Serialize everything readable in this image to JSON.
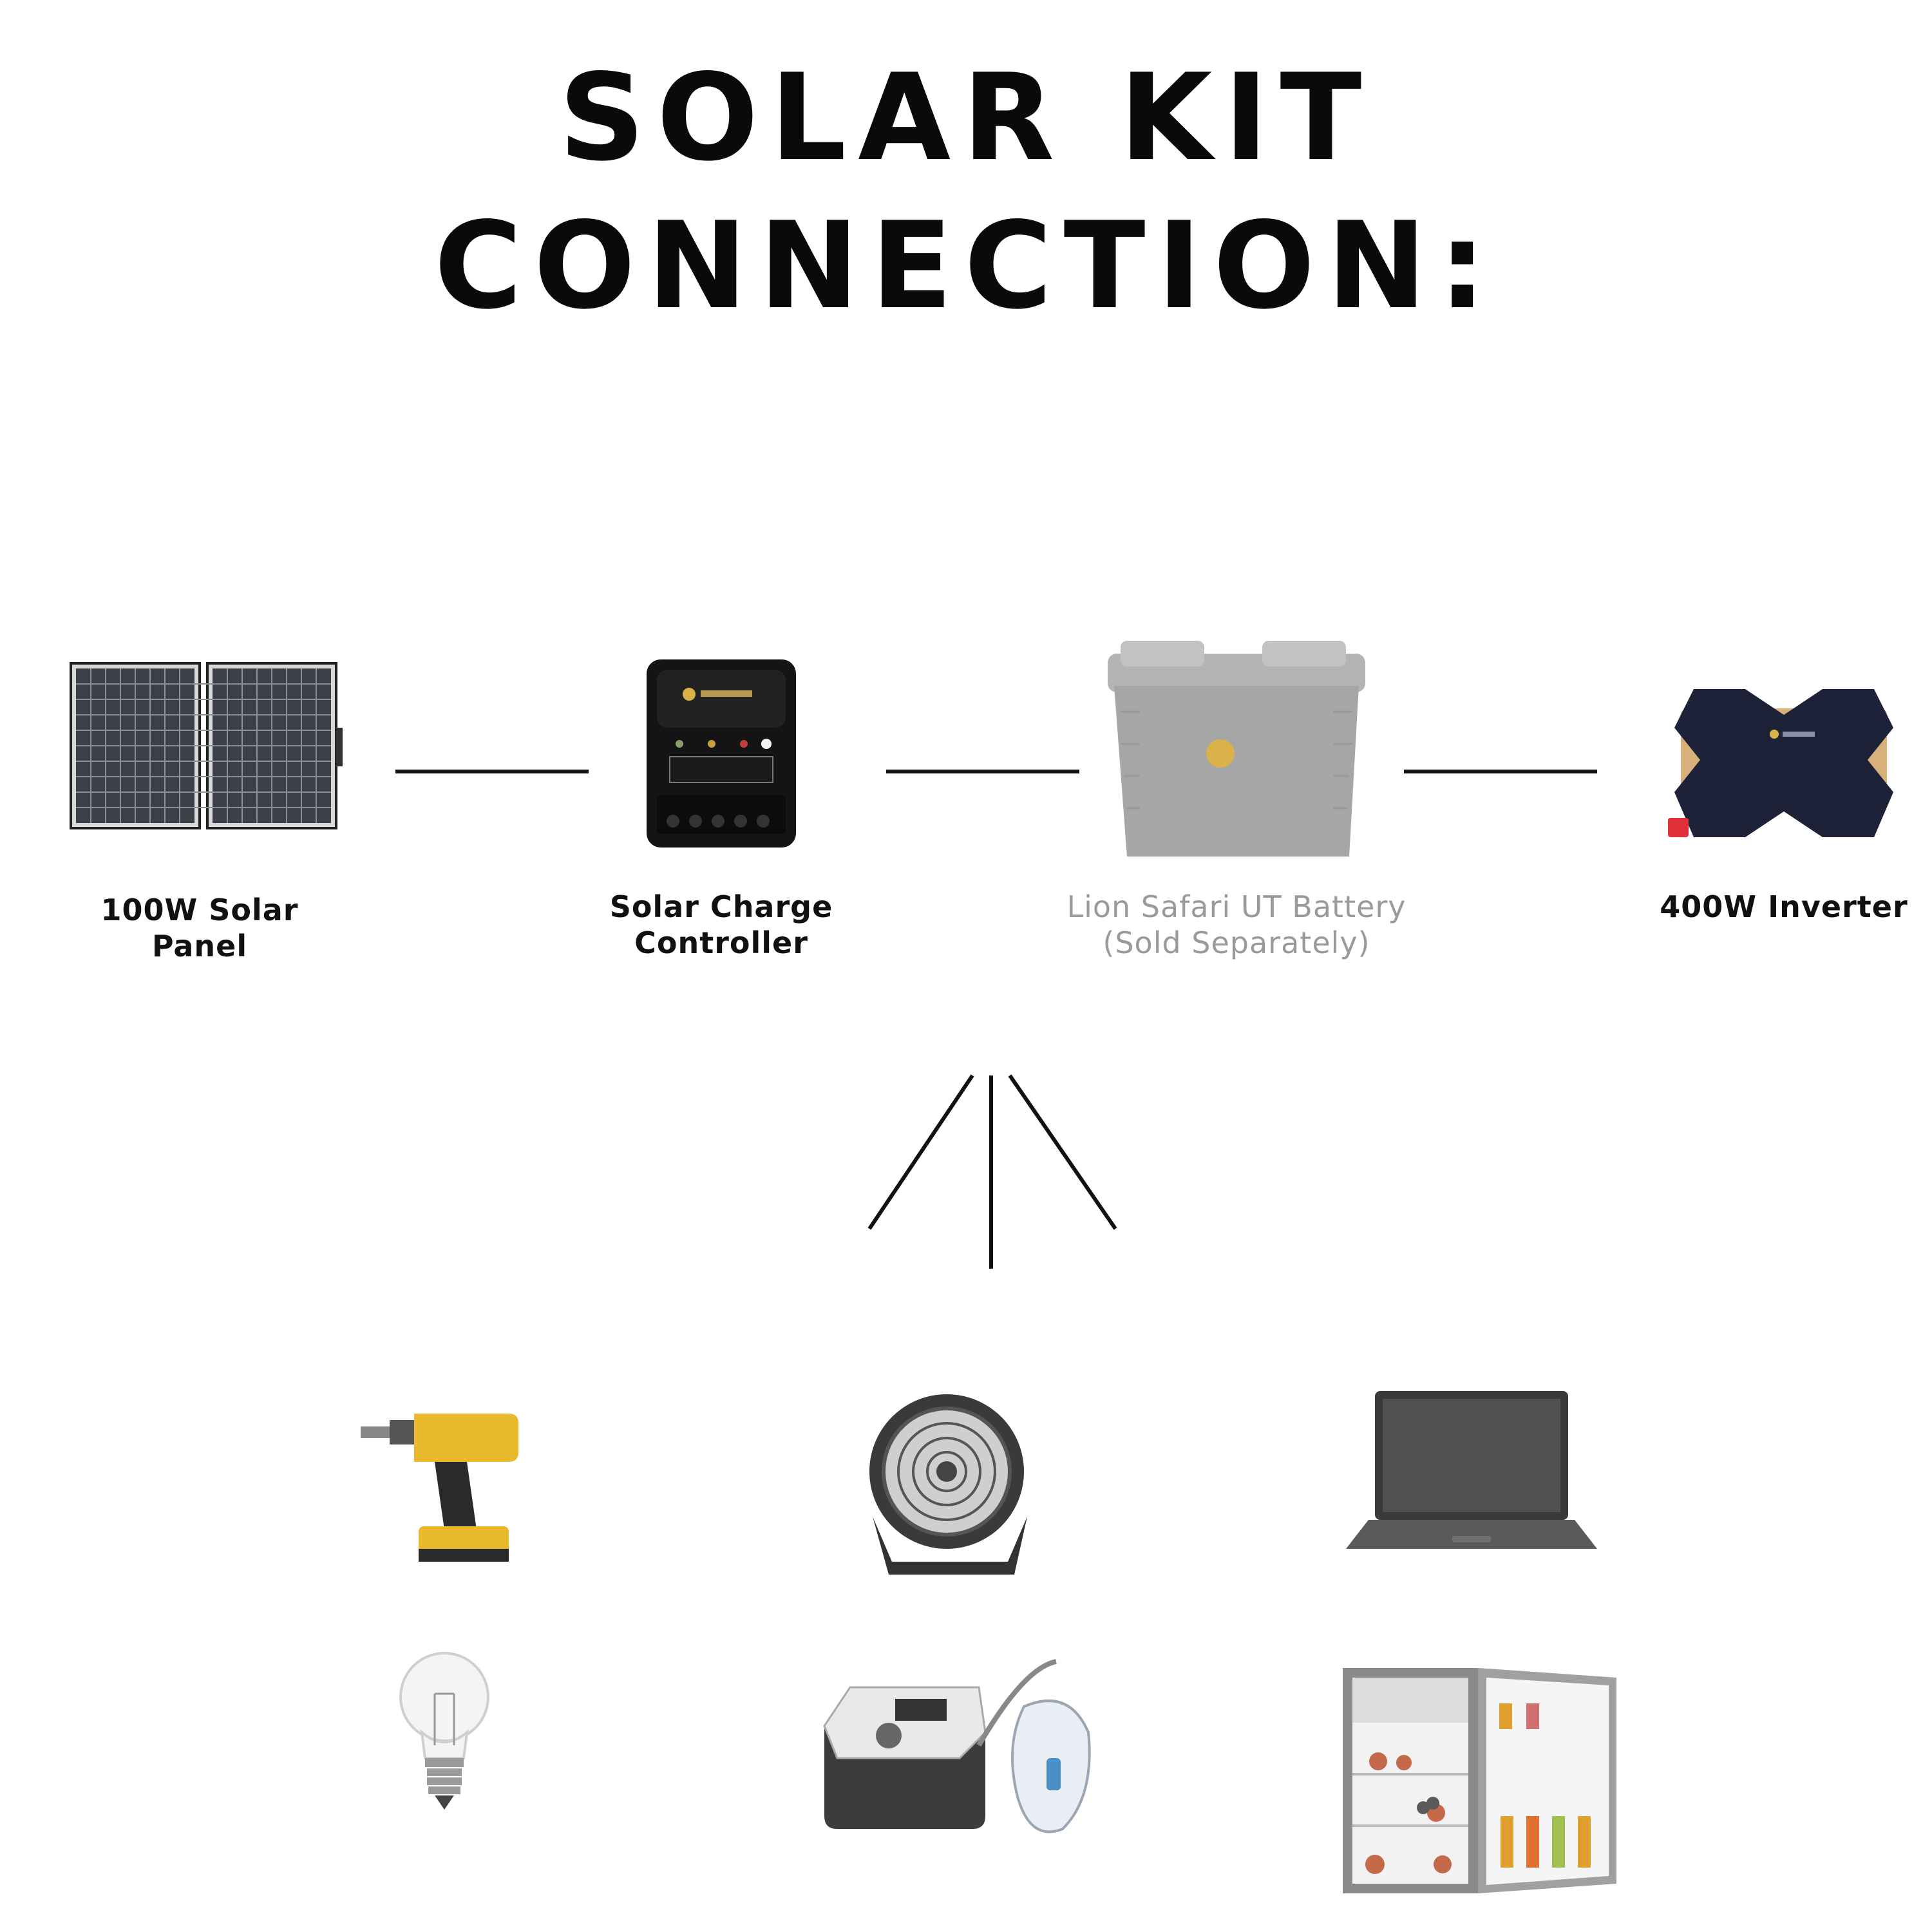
{
  "title": {
    "line1": "SOLAR KIT",
    "line2": "CONNECTION:"
  },
  "components": [
    {
      "id": "solar-panel",
      "label": "100W Solar Panel"
    },
    {
      "id": "charge-controller",
      "label": "Solar Charge Controller"
    },
    {
      "id": "battery",
      "label_line1": "Lion Safari UT Battery",
      "label_line2": "(Sold Separately)"
    },
    {
      "id": "inverter",
      "label": "400W Inverter"
    }
  ],
  "colors": {
    "text": "#111111",
    "muted": "#9a9a9a",
    "brand_gold": "#d9b24a",
    "battery_gray": "#a6a6a6"
  },
  "appliances": [
    "drill-icon",
    "fan-icon",
    "laptop-icon",
    "light-bulb-icon",
    "cpap-machine-icon",
    "mini-fridge-icon"
  ]
}
